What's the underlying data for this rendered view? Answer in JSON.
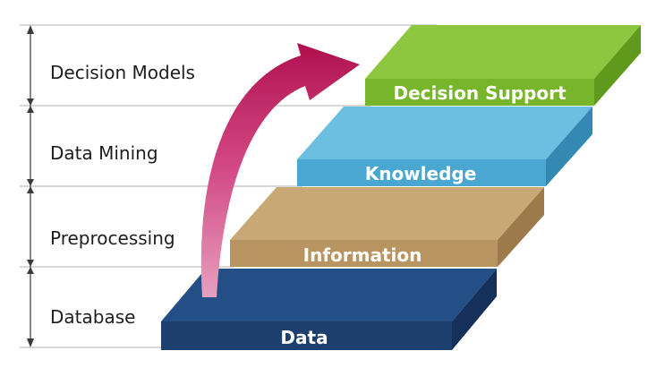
{
  "layers": [
    {
      "label": "Decision Models"
    },
    {
      "label": "Data Mining"
    },
    {
      "label": "Preprocessing"
    },
    {
      "label": "Database"
    }
  ],
  "steps": [
    {
      "label": "Decision Support",
      "colors": {
        "top": "#8dc63f",
        "front": "#77b52a",
        "side": "#5f9a1d"
      }
    },
    {
      "label": "Knowledge",
      "colors": {
        "top": "#6cbfe0",
        "front": "#4aa7d1",
        "side": "#3489b3"
      }
    },
    {
      "label": "Information",
      "colors": {
        "top": "#c8a875",
        "front": "#b89460",
        "side": "#9c7a49"
      }
    },
    {
      "label": "Data",
      "colors": {
        "top": "#244f86",
        "front": "#1d3f6e",
        "side": "#15305a"
      }
    }
  ],
  "arrow_color": "#c2185b",
  "line_color": "#b0b0b0",
  "axis_color": "#3a3a3a"
}
